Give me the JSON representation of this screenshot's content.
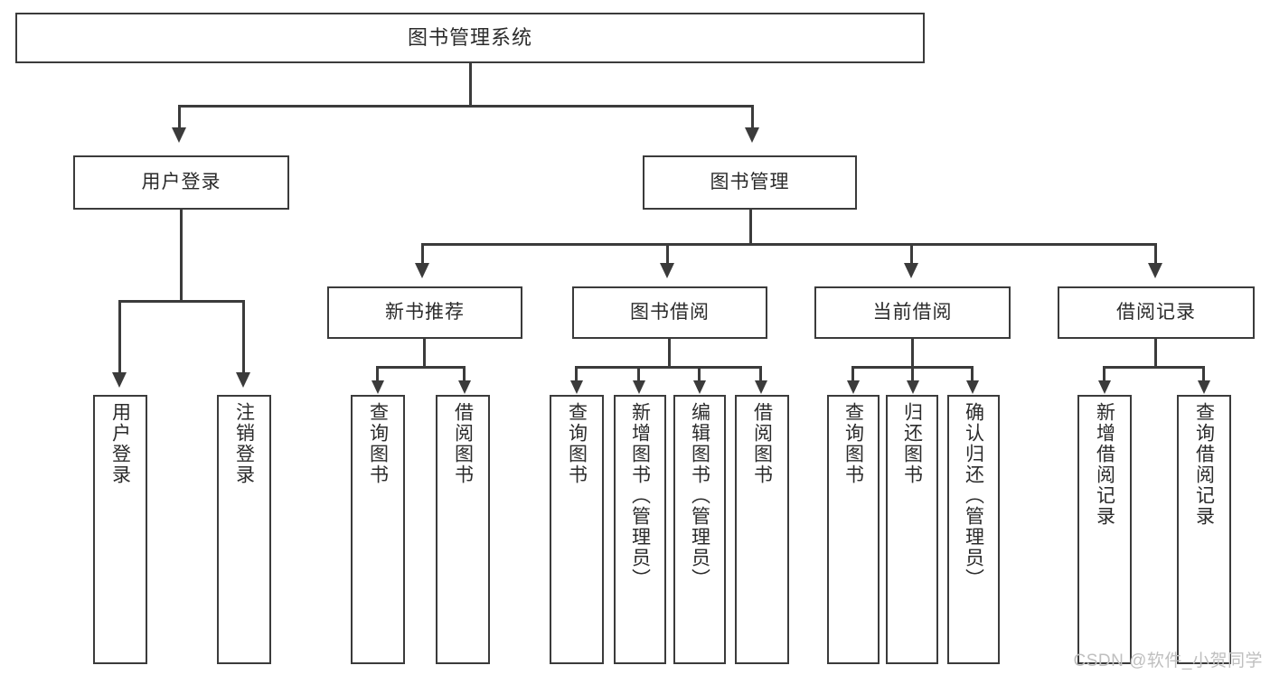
{
  "diagram": {
    "type": "tree",
    "title": "图书管理系统",
    "root": {
      "label": "图书管理系统"
    },
    "level1": [
      {
        "label": "用户登录"
      },
      {
        "label": "图书管理"
      }
    ],
    "level2": [
      {
        "label": "新书推荐"
      },
      {
        "label": "图书借阅"
      },
      {
        "label": "当前借阅"
      },
      {
        "label": "借阅记录"
      }
    ],
    "leaves": {
      "user_login": [
        {
          "label": "用户登录"
        },
        {
          "label": "注销登录"
        }
      ],
      "new_book": [
        {
          "label": "查询图书"
        },
        {
          "label": "借阅图书"
        }
      ],
      "borrow_book": [
        {
          "label": "查询图书"
        },
        {
          "label": "新增图书（管理员）"
        },
        {
          "label": "编辑图书（管理员）"
        },
        {
          "label": "借阅图书"
        }
      ],
      "current_borrow": [
        {
          "label": "查询图书"
        },
        {
          "label": "归还图书"
        },
        {
          "label": "确认归还（管理员）"
        }
      ],
      "borrow_record": [
        {
          "label": "新增借阅记录"
        },
        {
          "label": "查询借阅记录"
        }
      ]
    }
  },
  "watermark": {
    "text": "CSDN @软件_小贺同学"
  },
  "colors": {
    "border": "#3b3b3b",
    "background": "#ffffff",
    "text": "#2b2b2b",
    "watermark": "#bfbfbf"
  }
}
